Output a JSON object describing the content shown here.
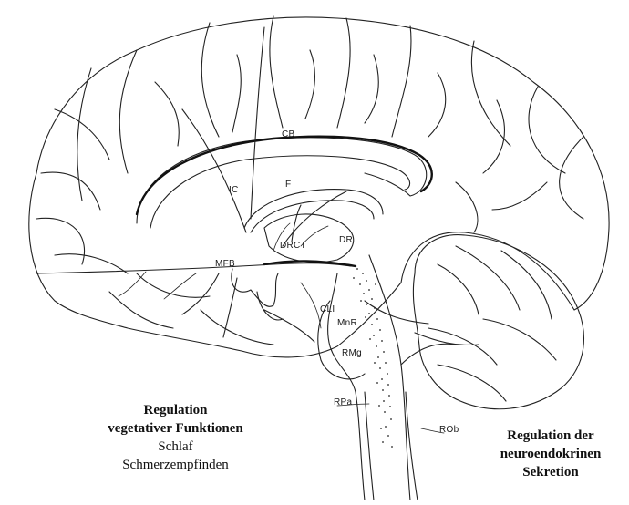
{
  "figure": {
    "labels": {
      "cb": "CB",
      "ic": "IC",
      "f": "F",
      "drct": "DRCT",
      "dr": "DR",
      "mfb": "MFB",
      "cli": "CLI",
      "mnr": "MnR",
      "rmg": "RMg",
      "rpa": "RPa",
      "rob": "ROb"
    },
    "caption_left": {
      "line1": "Regulation",
      "line2": "vegetativer Funktionen",
      "line3": "Schlaf",
      "line4": "Schmerzempfinden"
    },
    "caption_right": {
      "line1": "Regulation der",
      "line2": "neuroendokrinen",
      "line3": "Sekretion"
    }
  },
  "colors": {
    "line": "#222222",
    "background": "#ffffff"
  }
}
